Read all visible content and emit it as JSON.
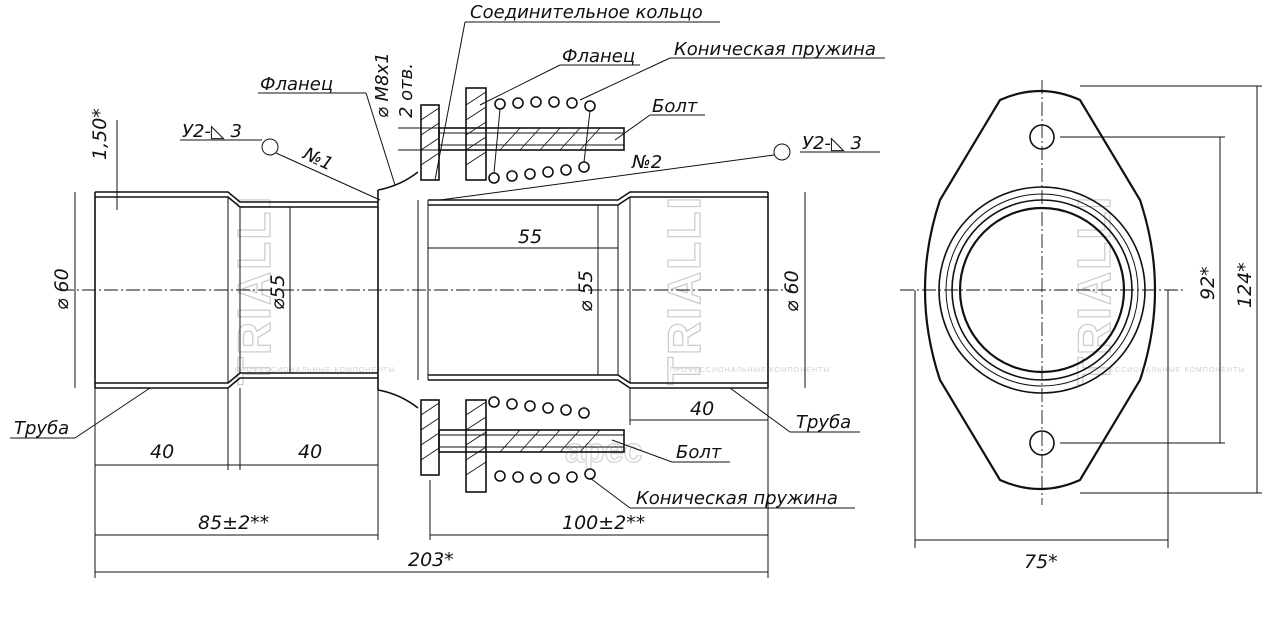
{
  "labels": {
    "connecting_ring": "Соединительное кольцо",
    "flange_top_right": "Фланец",
    "conical_spring_top": "Коническая пружина",
    "bolt_top": "Болт",
    "flange_left": "Фланец",
    "weld_left": "У2-◺ 3",
    "weld_right": "У2-◺ 3",
    "weld_no1": "№1",
    "weld_no2": "№2",
    "thread": "⌀ М8х1",
    "holes": "2 отв.",
    "pipe_left": "Труба",
    "pipe_right": "Труба",
    "bolt_bottom": "Болт",
    "conical_spring_bottom": "Коническая пружина"
  },
  "dimensions": {
    "wall": "1,50*",
    "dia_left": "⌀ 60",
    "dia_mid_left": "⌀55",
    "dia_mid_right": "⌀ 55",
    "dia_right": "⌀ 60",
    "len_55": "55",
    "len_40_right": "40",
    "len_40_a": "40",
    "len_40_b": "40",
    "len_85": "85±2**",
    "len_100": "100±2**",
    "len_total": "203*",
    "flange_width": "75*",
    "flange_holes": "92*",
    "flange_height": "124*"
  },
  "watermark": {
    "brand": "TRIALLI",
    "tagline": "ПРОФЕССИОНАЛЬНЫЕ КОМПОНЕНТЫ",
    "logo": "apec"
  }
}
